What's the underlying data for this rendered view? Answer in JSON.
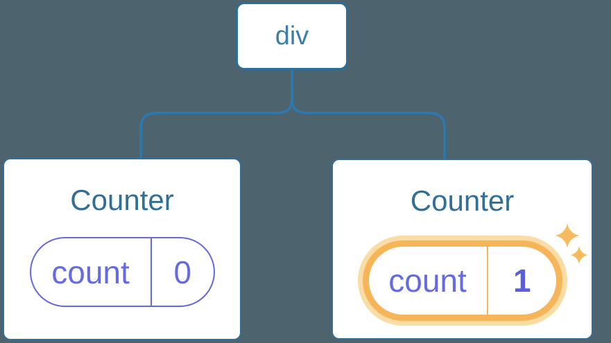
{
  "colors": {
    "background": "#4d646e",
    "connector": "#2d78ae",
    "node_border": "#2e6f99",
    "root_text": "#3b7fa9",
    "card_border": "#356f97",
    "title_text": "#326f96",
    "pill_border": "#6569de",
    "pill_text": "#666be0",
    "pill_value_bold": "#5b60d8",
    "highlight": "#f6b558",
    "highlight_halo": "#fbdca4",
    "sparkle": "#f7bb5f"
  },
  "tree": {
    "root_label": "div",
    "children": [
      {
        "title": "Counter",
        "state_key": "count",
        "state_value": "0",
        "highlighted": false
      },
      {
        "title": "Counter",
        "state_key": "count",
        "state_value": "1",
        "highlighted": true
      }
    ]
  }
}
